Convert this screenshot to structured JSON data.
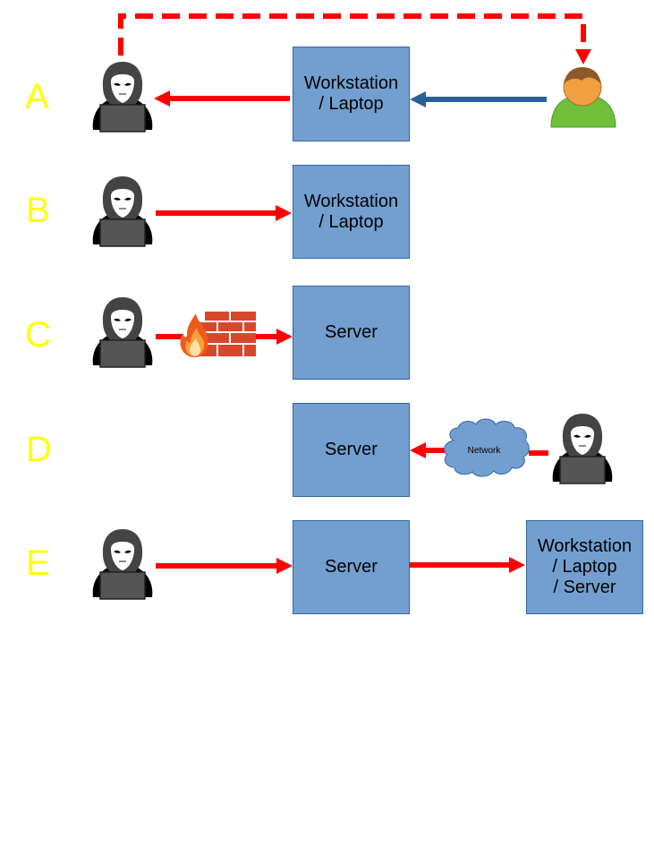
{
  "diagram": {
    "colors": {
      "label_yellow": "#ffff00",
      "box_fill": "#729fcf",
      "box_border": "#3465a4",
      "attack_arrow": "#ff0000",
      "legit_arrow": "#2a6099",
      "cloud_fill": "#729fcf"
    },
    "rows": [
      {
        "label": "A",
        "boxes": [
          {
            "text": "Workstation\n/ Laptop"
          }
        ],
        "actors": [
          "hacker-icon",
          "user-icon"
        ],
        "flows": [
          {
            "from": "user",
            "to": "Workstation / Laptop",
            "style": "solid-blue"
          },
          {
            "from": "Workstation / Laptop",
            "to": "hacker",
            "style": "solid-red"
          },
          {
            "from": "hacker",
            "to": "user",
            "style": "dashed-red"
          }
        ]
      },
      {
        "label": "B",
        "boxes": [
          {
            "text": "Workstation\n/ Laptop"
          }
        ],
        "actors": [
          "hacker-icon"
        ],
        "flows": [
          {
            "from": "hacker",
            "to": "Workstation / Laptop",
            "style": "solid-red"
          }
        ]
      },
      {
        "label": "C",
        "boxes": [
          {
            "text": "Server"
          }
        ],
        "actors": [
          "hacker-icon",
          "firewall-icon"
        ],
        "flows": [
          {
            "from": "hacker",
            "to": "Server",
            "via": "firewall",
            "style": "solid-red"
          }
        ]
      },
      {
        "label": "D",
        "boxes": [
          {
            "text": "Server"
          }
        ],
        "actors": [
          "hacker-icon",
          "cloud-icon"
        ],
        "cloud_label": "Network",
        "flows": [
          {
            "from": "hacker",
            "to": "Server",
            "via": "Network",
            "style": "solid-red"
          }
        ]
      },
      {
        "label": "E",
        "boxes": [
          {
            "text": "Server"
          },
          {
            "text": "Workstation\n/ Laptop\n/ Server"
          }
        ],
        "actors": [
          "hacker-icon"
        ],
        "flows": [
          {
            "from": "hacker",
            "to": "Server",
            "style": "solid-red"
          },
          {
            "from": "Server",
            "to": "Workstation / Laptop / Server",
            "style": "solid-red"
          }
        ]
      }
    ]
  }
}
